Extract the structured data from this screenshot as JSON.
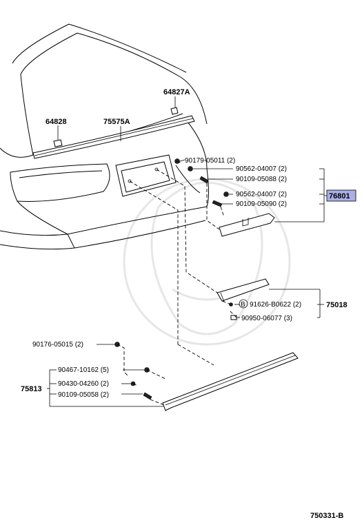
{
  "diagram": {
    "code": "750331-B",
    "highlight_color": "#aab0e6",
    "labels": {
      "p64827A": "64827A",
      "p64828": "64828",
      "p75575A": "75575A",
      "p90179": "90179-05011 (2)",
      "p90562a": "90562-04007 (2)",
      "p90109a": "90109-05088 (2)",
      "p90562b": "90562-04007 (2)",
      "p76801": "76801",
      "p90109b": "90109-05090 (2)",
      "p91626": "91626-B0622 (2)",
      "p75018": "75018",
      "p90950": "90950-06077 (3)",
      "pB": "B",
      "p90176": "90176-05015 (2)",
      "p90467": "90467-10162 (5)",
      "p75813": "75813",
      "p90430": "90430-04260 (2)",
      "p90109c": "90109-05058 (2)"
    }
  }
}
